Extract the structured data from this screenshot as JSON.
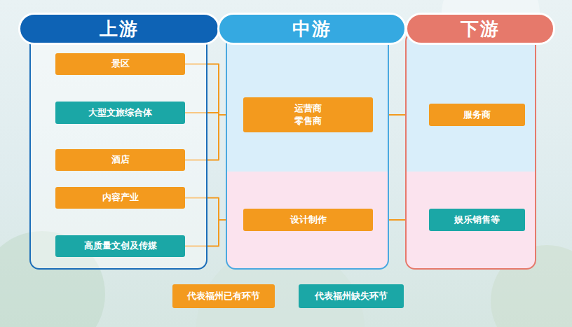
{
  "diagram": {
    "nodes": [
      {
        "text": [
          "上游"
        ]
      },
      {
        "text": [
          "景区"
        ],
        "in": 0
      },
      {
        "text": [
          "大型文旅综合体"
        ],
        "in": 0
      },
      {
        "text": [
          "酒店"
        ],
        "in": 0
      },
      {
        "text": [
          "内容产业"
        ],
        "in": 0
      },
      {
        "text": [
          "高质量文创及传媒"
        ],
        "in": 0
      },
      {
        "text": [
          "中游"
        ]
      },
      {
        "text": [
          "运营商 零售商"
        ],
        "in": 6
      },
      {
        "text": [
          "设计制作"
        ],
        "in": 6
      },
      {
        "text": [
          "下游"
        ]
      },
      {
        "text": [
          "服务商"
        ],
        "in": 9
      },
      {
        "text": [
          "娱乐销售等"
        ],
        "in": 9
      }
    ],
    "edges": [
      {
        "from": 1,
        "to": 7,
        "arrow": "none"
      },
      {
        "from": 2,
        "to": 7,
        "arrow": "none"
      },
      {
        "from": 3,
        "to": 7,
        "arrow": "none"
      },
      {
        "from": 4,
        "to": 8,
        "arrow": "none"
      },
      {
        "from": 5,
        "to": 8,
        "arrow": "none"
      },
      {
        "from": 7,
        "to": 10,
        "arrow": "none"
      },
      {
        "from": 8,
        "to": 11,
        "arrow": "none"
      }
    ],
    "legend": [
      {
        "text": "代表福州已有环节",
        "color": "#f39a1e"
      },
      {
        "text": "代表福州缺失环节",
        "color": "#1ba7a6"
      }
    ]
  }
}
